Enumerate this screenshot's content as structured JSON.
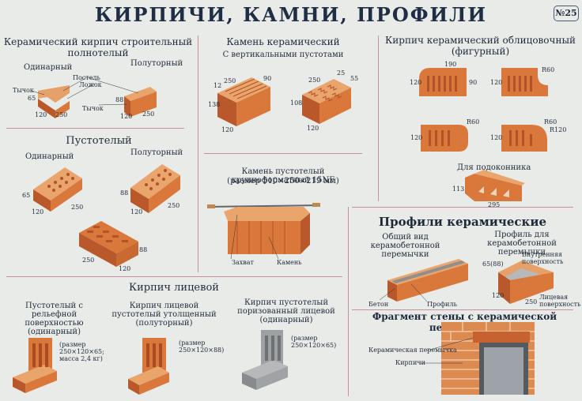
{
  "poster": {
    "title": "КИРПИЧИ, КАМНИ, ПРОФИЛИ",
    "number": "№25"
  },
  "sections": {
    "solid": {
      "heading": "Керамический кирпич строительный полнотелый",
      "single": "Одинарный",
      "one_half": "Полуторный",
      "face_labels": [
        "Тычок",
        "Постель",
        "Ложок",
        "Тычок"
      ],
      "dims": [
        "65",
        "250",
        "120",
        "88",
        "120",
        "250"
      ]
    },
    "hollow": {
      "heading": "Пустотелый",
      "single": "Одинарный",
      "one_half": "Полуторный",
      "dims": [
        "65",
        "120",
        "250",
        "88",
        "120",
        "250",
        "250",
        "120",
        "88"
      ]
    },
    "ceramic_stone": {
      "heading": "Камень керамический",
      "subheading": "С вертикальными пустотами",
      "dims": [
        "12",
        "250",
        "90",
        "138",
        "120",
        "250",
        "25",
        "55",
        "108",
        "120"
      ]
    },
    "large_stone": {
      "heading": "Камень пустотелый крупноформатный 15NF",
      "subheading": "(размер 510×250×219 мм)",
      "labels": [
        "Захват",
        "Камень"
      ]
    },
    "facing": {
      "heading": "Кирпич керамический облицовочный",
      "subheading": "(фигурный)",
      "sill_label": "Для подоконника",
      "dims": [
        "190",
        "120",
        "90",
        "R60",
        "120",
        "R60",
        "120",
        "R60",
        "120",
        "R120",
        "113",
        "295"
      ]
    },
    "face_brick": {
      "heading": "Кирпич лицевой",
      "items": [
        {
          "title": "Пустотелый с рельефной поверхностью (одинарный)",
          "note": "(размер 250×120×65; масса 2,4 кг)"
        },
        {
          "title": "Кирпич лицевой пустотелый утолщенный (полуторный)",
          "note": "(размер 250×120×88)"
        },
        {
          "title": "Кирпич пустотелый поризованный лицевой (одинарный)",
          "note": "(размер 250×120×65)"
        }
      ]
    },
    "profiles": {
      "heading": "Профили керамические",
      "general_view": "Общий вид керамобетонной перемычки",
      "profile_for": "Профиль для керамобетонной перемычки",
      "labels": [
        "Бетон",
        "Профиль",
        "Внутренняя поверхность",
        "Лицевая поверхность"
      ],
      "dims": [
        "65(88)",
        "120",
        "250"
      ]
    },
    "wall": {
      "heading": "Фрагмент стены с керамической перемычкой",
      "labels": [
        "Керамическая перемычка",
        "Кирпичи"
      ]
    }
  },
  "colors": {
    "brick_front": "#d9783a",
    "brick_top": "#e9a56c",
    "brick_side": "#b9582a",
    "divider": "#c98ea0",
    "background": "#e9ebe8"
  }
}
